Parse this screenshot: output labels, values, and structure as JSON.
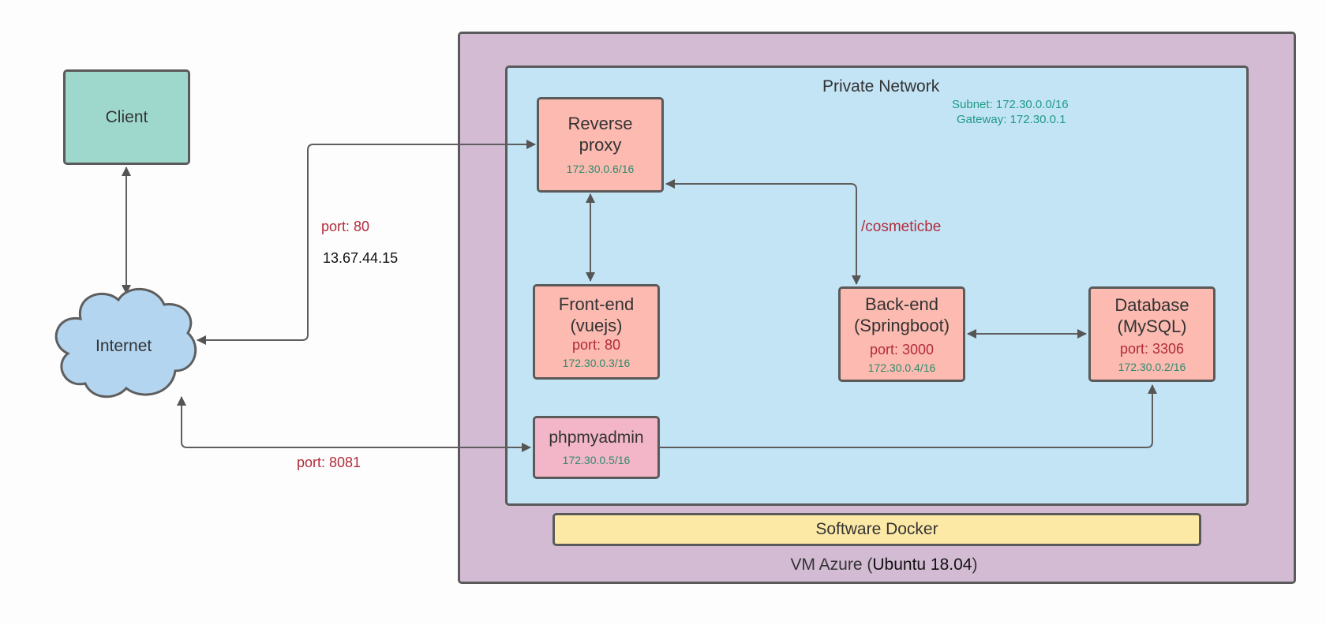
{
  "vm": {
    "label_prefix": "VM Azure (",
    "os": "Ubuntu 18.04",
    "label_suffix": ")"
  },
  "private_network": {
    "title": "Private Network",
    "subnet": "Subnet: 172.30.0.0/16",
    "gateway": "Gateway: 172.30.0.1"
  },
  "docker": {
    "label": "Software Docker"
  },
  "client": {
    "label": "Client"
  },
  "internet": {
    "label": "Internet"
  },
  "reverse_proxy": {
    "line1": "Reverse",
    "line2": "proxy",
    "ip": "172.30.0.6/16"
  },
  "frontend": {
    "line1": "Front-end",
    "line2": "(vuejs)",
    "port": "port: 80",
    "ip": "172.30.0.3/16"
  },
  "backend": {
    "line1": "Back-end",
    "line2": "(Springboot)",
    "port": "port: 3000",
    "ip": "172.30.0.4/16"
  },
  "database": {
    "line1": "Database",
    "line2": "(MySQL)",
    "port": "port: 3306",
    "ip": "172.30.0.2/16"
  },
  "phpmyadmin": {
    "label": "phpmyadmin",
    "ip": "172.30.0.5/16"
  },
  "edges": {
    "internet_port": "port: 80",
    "public_ip": "13.67.44.15",
    "backend_path": "/cosmeticbe",
    "phpmyadmin_port": "port: 8081"
  },
  "colors": {
    "vm_bg": "#d2bbd3",
    "network_bg": "#c3e4f5",
    "service_bg": "#fcbab0",
    "phpmyadmin_bg": "#f2b6c8",
    "client_bg": "#9ed8cd",
    "internet_bg": "#b3d5f0",
    "docker_bg": "#fde9a6",
    "port_text": "#b12c3c",
    "ip_text": "#2e8b6e"
  }
}
